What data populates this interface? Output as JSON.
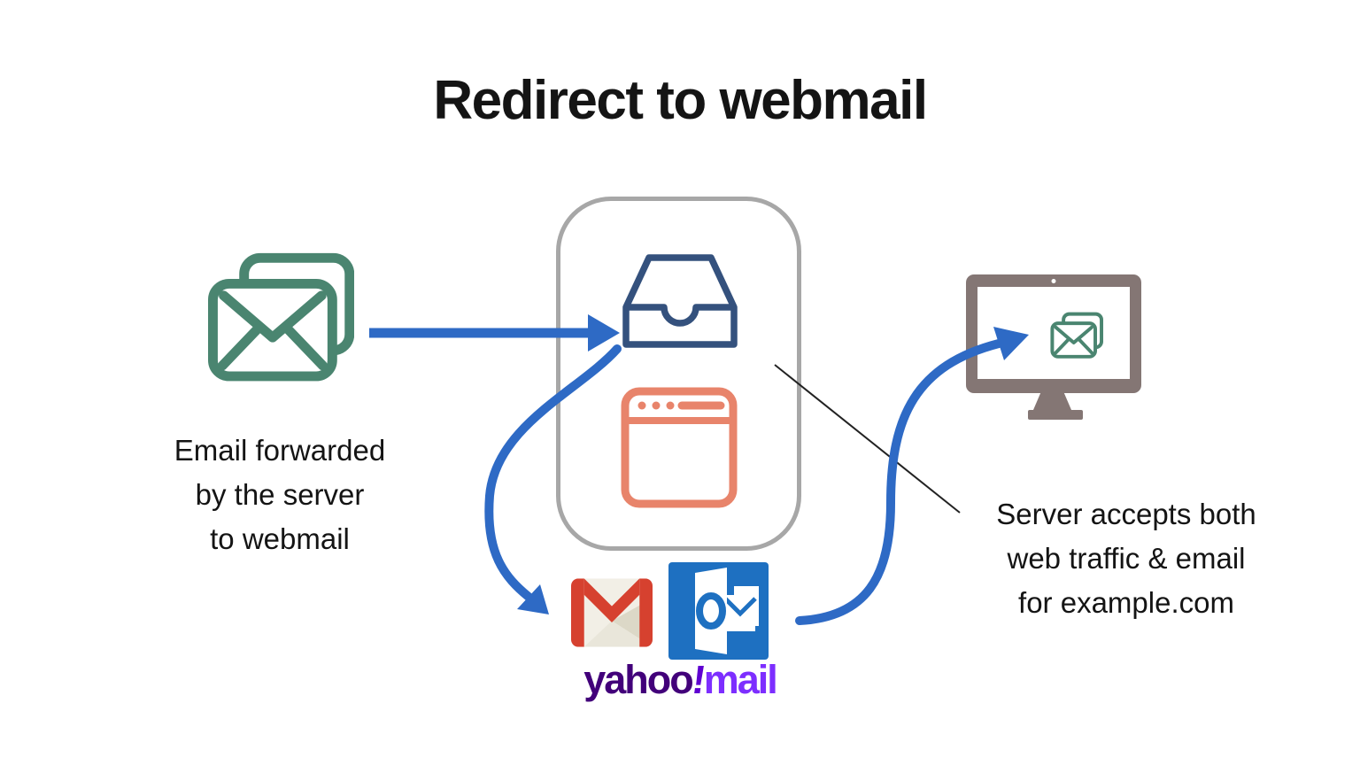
{
  "title": "Redirect to webmail",
  "left_caption": {
    "line1": "Email forwarded",
    "line2": "by the server",
    "line3": "to webmail"
  },
  "right_caption": {
    "line1": "Server accepts both",
    "line2": "web traffic & email",
    "line3": "for example.com"
  },
  "yahoo_logo": {
    "yahoo": "yahoo",
    "bang": "!",
    "mail": "mail"
  },
  "icons": {
    "left_icon": "double-envelope-icon",
    "server_box_icons": [
      "inbox-tray-icon",
      "browser-window-icon"
    ],
    "webmail_logos": [
      "gmail-icon",
      "outlook-icon",
      "yahoo-mail-logo"
    ],
    "right_icon": "monitor-with-envelope-icon",
    "connectors": [
      "straight-arrow",
      "curve-to-providers-arrow",
      "curve-to-monitor-arrow",
      "server-callout-line"
    ]
  },
  "colors": {
    "arrow_blue": "#2e6ac5",
    "envelope_green": "#4a8570",
    "inbox_navy": "#34517d",
    "browser_salmon": "#e8846b",
    "server_box_gray": "#a7a7a7",
    "monitor_taupe": "#847674",
    "gmail_red": "#d6412f",
    "gmail_cream": "#f2efe6",
    "gmail_shade": "#dcd8c7",
    "outlook_blue": "#1e70c1",
    "yahoo_dark_purple": "#42007a",
    "yahoo_bang_purple": "#5f01d1",
    "yahoo_mail_violet": "#7d2eff",
    "text_black": "#141414",
    "callout_line": "#222222"
  }
}
